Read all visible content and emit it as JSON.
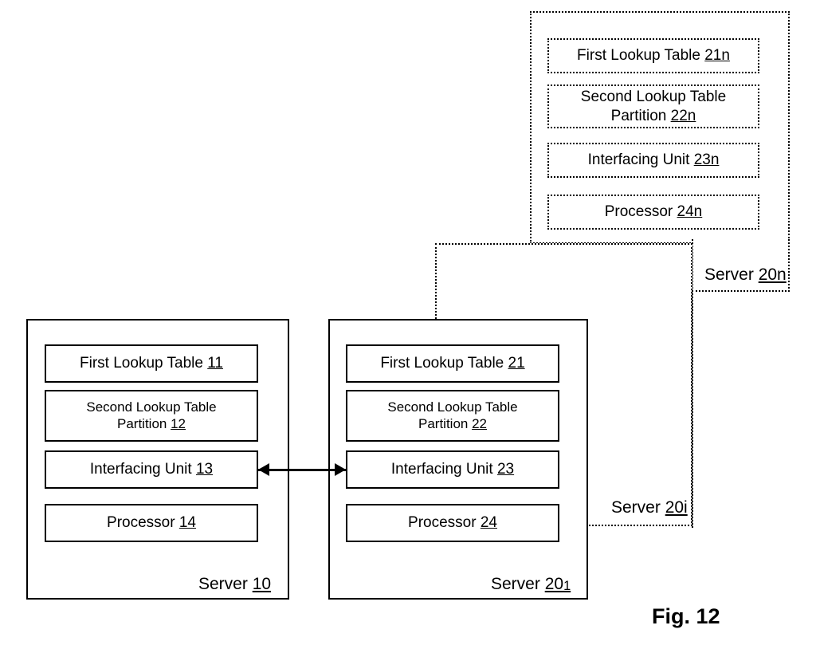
{
  "figure": {
    "caption": "Fig. 12"
  },
  "servers": [
    {
      "id": "server-10",
      "name_text": "Server",
      "ref": "10",
      "style": "solid",
      "components": [
        {
          "id": "first-lookup-table-11",
          "label": "First Lookup Table",
          "ref": "11",
          "lines": 1
        },
        {
          "id": "second-lookup-table-partition-12",
          "label_line1": "Second Lookup Table",
          "label_line2": "Partition",
          "ref": "12",
          "lines": 2
        },
        {
          "id": "interfacing-unit-13",
          "label": "Interfacing Unit",
          "ref": "13",
          "lines": 1
        },
        {
          "id": "processor-14",
          "label": "Processor",
          "ref": "14",
          "lines": 1
        }
      ]
    },
    {
      "id": "server-20-1",
      "name_text": "Server",
      "ref": "20",
      "ref_sub": "1",
      "style": "solid",
      "components": [
        {
          "id": "first-lookup-table-21",
          "label": "First Lookup Table",
          "ref": "21",
          "lines": 1
        },
        {
          "id": "second-lookup-table-partition-22",
          "label_line1": "Second Lookup Table",
          "label_line2": "Partition",
          "ref": "22",
          "lines": 2
        },
        {
          "id": "interfacing-unit-23",
          "label": "Interfacing Unit",
          "ref": "23",
          "lines": 1
        },
        {
          "id": "processor-24",
          "label": "Processor",
          "ref": "24",
          "lines": 1
        }
      ]
    },
    {
      "id": "server-20-i",
      "name_text": "Server",
      "ref": "20i",
      "style": "dotted",
      "components": []
    },
    {
      "id": "server-20-n",
      "name_text": "Server",
      "ref": "20n",
      "style": "dotted",
      "components": [
        {
          "id": "first-lookup-table-21n",
          "label": "First Lookup Table",
          "ref": "21n",
          "lines": 1
        },
        {
          "id": "second-lookup-table-partition-22n",
          "label_line1": "Second Lookup Table",
          "label_line2": "Partition",
          "ref": "22n",
          "lines": 2
        },
        {
          "id": "interfacing-unit-23n",
          "label": "Interfacing Unit",
          "ref": "23n",
          "lines": 1
        },
        {
          "id": "processor-24n",
          "label": "Processor",
          "ref": "24n",
          "lines": 1
        }
      ]
    }
  ],
  "connectors": [
    {
      "id": "link-interfacing-13-23",
      "type": "double-arrow",
      "from": "interfacing-unit-13",
      "to": "interfacing-unit-23"
    }
  ],
  "colors": {
    "line": "#000000",
    "background": "#ffffff"
  }
}
